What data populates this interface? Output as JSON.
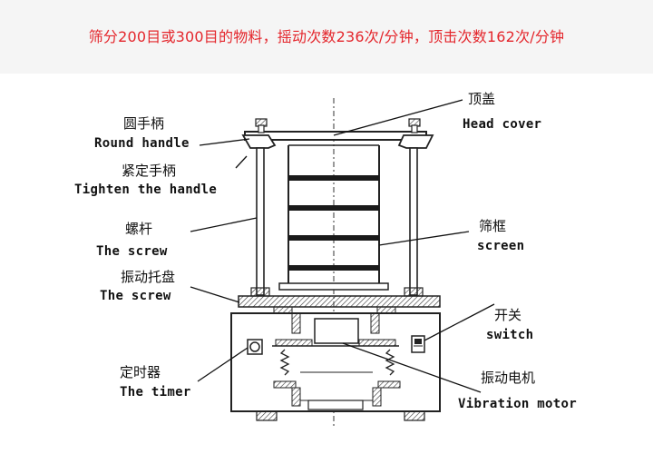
{
  "banner": {
    "text": "筛分200目或300目的物料，摇动次数236次/分钟，顶击次数162次/分钟",
    "color": "#e4262c"
  },
  "labels": {
    "head_cover": {
      "zh": "顶盖",
      "en": "Head cover"
    },
    "round_handle": {
      "zh": "圆手柄",
      "en": "Round handle"
    },
    "tighten_handle": {
      "zh": "紧定手柄",
      "en": "Tighten the handle"
    },
    "screw": {
      "zh": "螺杆",
      "en": "The screw"
    },
    "screen": {
      "zh": "筛框",
      "en": "screen"
    },
    "vibration_tray": {
      "zh": "振动托盘",
      "en": "The screw"
    },
    "switch": {
      "zh": "开关",
      "en": "switch"
    },
    "timer": {
      "zh": "定时器",
      "en": "The timer"
    },
    "vibration_motor": {
      "zh": "振动电机",
      "en": "Vibration motor"
    }
  }
}
